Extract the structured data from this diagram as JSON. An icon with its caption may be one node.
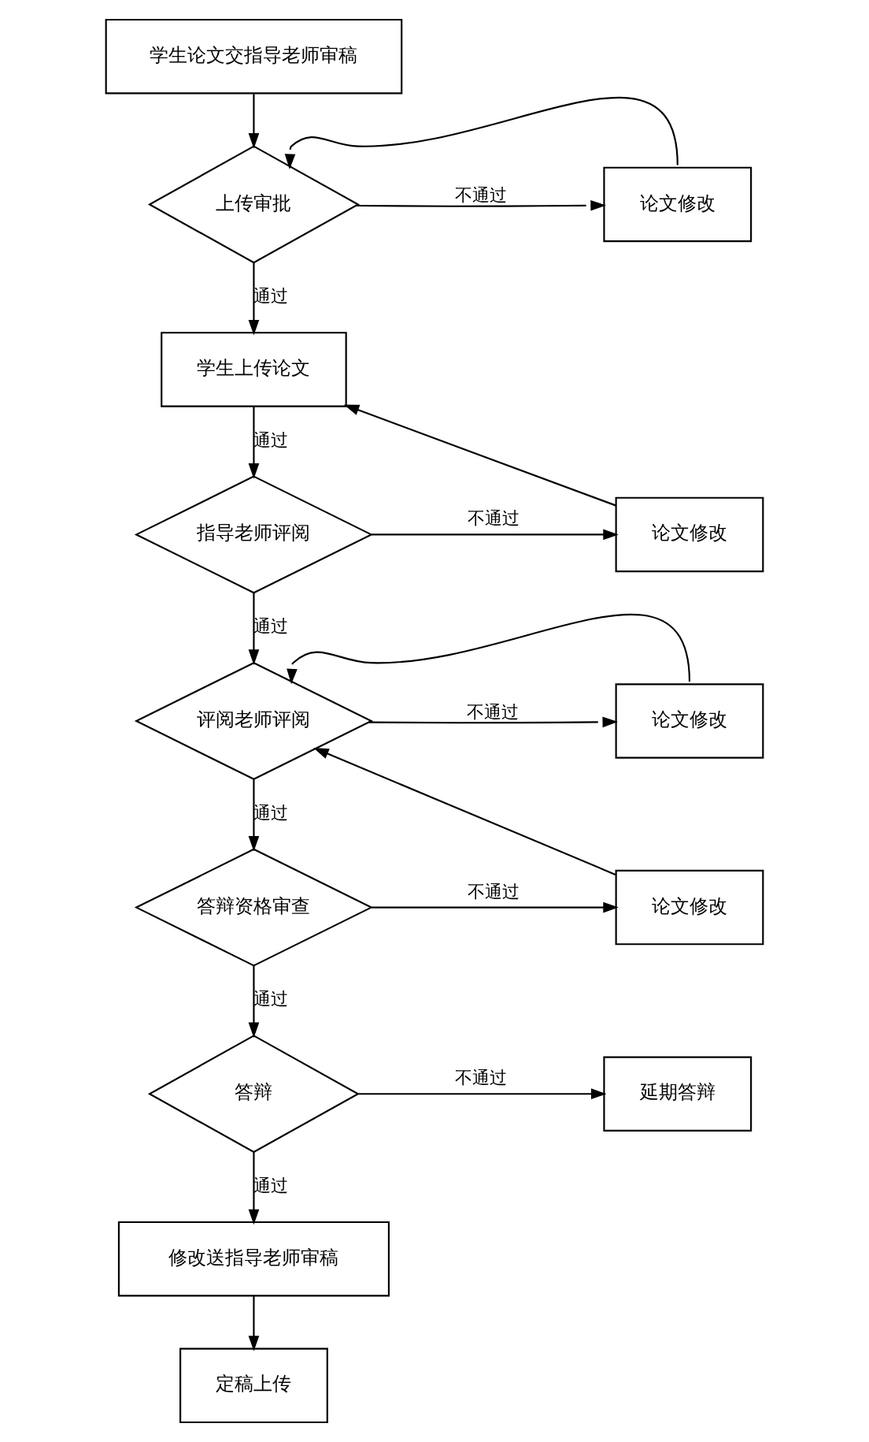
{
  "diagram": {
    "nodes": [
      {
        "text": [
          "学生论文交指导老师审稿"
        ]
      },
      {
        "text": [
          "上传审批"
        ]
      },
      {
        "text": [
          "论文修改"
        ]
      },
      {
        "text": [
          "学生上传论文"
        ]
      },
      {
        "text": [
          "指导老师评阅"
        ]
      },
      {
        "text": [
          "论文修改"
        ]
      },
      {
        "text": [
          "评阅老师评阅"
        ]
      },
      {
        "text": [
          "论文修改"
        ]
      },
      {
        "text": [
          "答辩资格审查"
        ]
      },
      {
        "text": [
          "论文修改"
        ]
      },
      {
        "text": [
          "答辩"
        ]
      },
      {
        "text": [
          "延期答辩"
        ]
      },
      {
        "text": [
          "修改送指导老师审稿"
        ]
      },
      {
        "text": [
          "定稿上传"
        ]
      }
    ],
    "edges": [
      {
        "from": 0,
        "to": 1,
        "arrow": "to"
      },
      {
        "from": 1,
        "to": 2,
        "arrow": "to",
        "label": "不通过"
      },
      {
        "from": 2,
        "to": 1,
        "arrow": "to"
      },
      {
        "from": 1,
        "to": 3,
        "arrow": "to",
        "label": "通过"
      },
      {
        "from": 3,
        "to": 4,
        "arrow": "to",
        "label": "通过"
      },
      {
        "from": 4,
        "to": 5,
        "arrow": "to",
        "label": "不通过"
      },
      {
        "from": 5,
        "to": 3,
        "arrow": "to"
      },
      {
        "from": 4,
        "to": 6,
        "arrow": "to",
        "label": "通过"
      },
      {
        "from": 6,
        "to": 7,
        "arrow": "to",
        "label": "不通过"
      },
      {
        "from": 7,
        "to": 6,
        "arrow": "to"
      },
      {
        "from": 6,
        "to": 8,
        "arrow": "to",
        "label": "通过"
      },
      {
        "from": 8,
        "to": 9,
        "arrow": "to",
        "label": "不通过"
      },
      {
        "from": 9,
        "to": 6,
        "arrow": "to"
      },
      {
        "from": 8,
        "to": 10,
        "arrow": "to",
        "label": "通过"
      },
      {
        "from": 10,
        "to": 11,
        "arrow": "to",
        "label": "不通过"
      },
      {
        "from": 10,
        "to": 12,
        "arrow": "to",
        "label": "通过"
      },
      {
        "from": 12,
        "to": 13,
        "arrow": "to"
      }
    ]
  }
}
